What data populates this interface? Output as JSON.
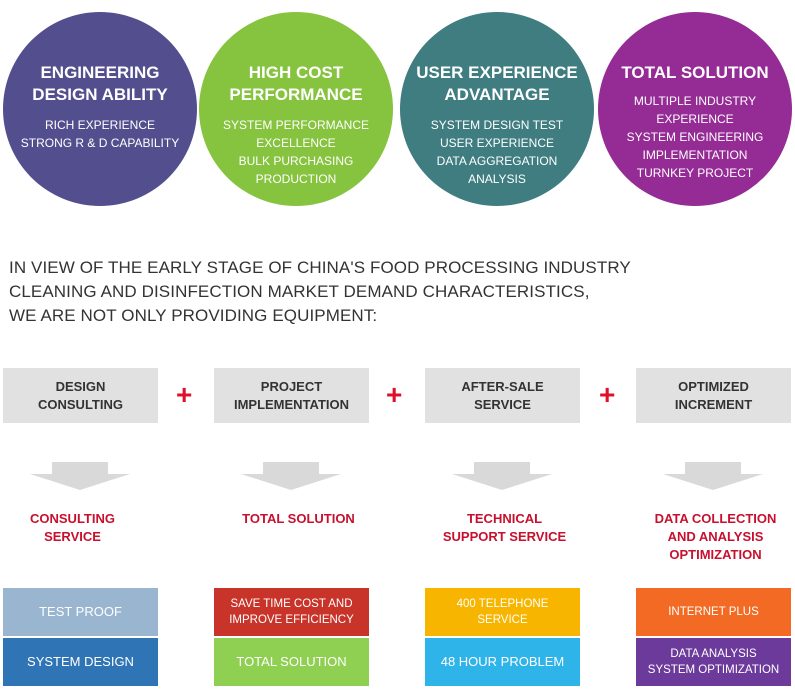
{
  "colors": {
    "purple": "#534f8e",
    "green": "#86c33f",
    "teal": "#3f7d80",
    "magenta": "#952b94",
    "accent_red": "#c8102e",
    "plus_red": "#e0102b"
  },
  "circles": [
    {
      "title": "ENGINEERING\nDESIGN ABILITY",
      "lines": [
        "RICH EXPERIENCE",
        "STRONG R & D CAPABILITY"
      ]
    },
    {
      "title": "HIGH COST\nPERFORMANCE",
      "lines": [
        "SYSTEM PERFORMANCE",
        "EXCELLENCE",
        "BULK PURCHASING",
        "PRODUCTION"
      ]
    },
    {
      "title": "USER EXPERIENCE\nADVANTAGE",
      "lines": [
        "SYSTEM DESIGN TEST",
        "USER EXPERIENCE",
        "DATA AGGREGATION",
        "ANALYSIS"
      ]
    },
    {
      "title": "TOTAL SOLUTION",
      "lines": [
        "MULTIPLE INDUSTRY",
        "EXPERIENCE",
        "SYSTEM ENGINEERING",
        "IMPLEMENTATION",
        "TURNKEY PROJECT"
      ]
    }
  ],
  "intro": [
    "IN VIEW OF THE EARLY STAGE OF CHINA'S FOOD PROCESSING INDUSTRY",
    "CLEANING AND DISINFECTION MARKET DEMAND CHARACTERISTICS,",
    "WE ARE NOT ONLY PROVIDING EQUIPMENT:"
  ],
  "steps": [
    "DESIGN\nCONSULTING",
    "PROJECT\nIMPLEMENTATION",
    "AFTER-SALE\nSERVICE",
    "OPTIMIZED\nINCREMENT"
  ],
  "plus_sign": "+",
  "services": [
    "CONSULTING\nSERVICE",
    "TOTAL SOLUTION",
    "TECHNICAL\nSUPPORT SERVICE",
    "DATA COLLECTION\nAND ANALYSIS\nOPTIMIZATION"
  ],
  "bottom_boxes": [
    {
      "top": "TEST PROOF",
      "bottom": "SYSTEM DESIGN",
      "top_color": "#9ab5cf",
      "bottom_color": "#2f74b5"
    },
    {
      "top": "SAVE TIME COST AND\nIMPROVE EFFICIENCY",
      "bottom": "TOTAL SOLUTION",
      "top_color": "#c9342a",
      "bottom_color": "#8fcf52"
    },
    {
      "top": "400 TELEPHONE\nSERVICE",
      "bottom": "48 HOUR PROBLEM",
      "top_color": "#f7b500",
      "bottom_color": "#2fb4ea"
    },
    {
      "top": "INTERNET PLUS",
      "bottom": "DATA ANALYSIS\nSYSTEM OPTIMIZATION",
      "top_color": "#f26a24",
      "bottom_color": "#6b3a9b"
    }
  ]
}
